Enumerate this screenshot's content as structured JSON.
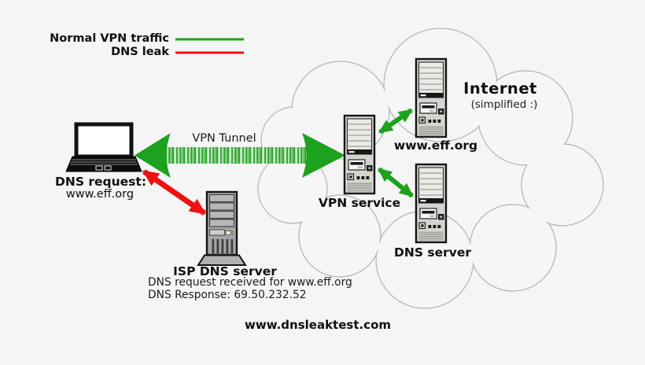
{
  "legend": {
    "normal_label": "Normal VPN traffic",
    "leak_label": "DNS leak",
    "normal_color": "#1ca21c",
    "leak_color": "#ee1111"
  },
  "client": {
    "label_line1": "DNS request:",
    "label_line2": "www.eff.org"
  },
  "tunnel": {
    "label": "VPN Tunnel"
  },
  "cloud": {
    "title": "Internet",
    "subtitle": "(simplified :)"
  },
  "nodes": {
    "vpn_service": {
      "label": "VPN service"
    },
    "web_server": {
      "label": "www.eff.org"
    },
    "dns_server": {
      "label": "DNS server"
    },
    "isp_dns_server": {
      "label": "ISP DNS server",
      "detail_line1": "DNS request received for www.eff.org",
      "detail_line2": "DNS Response: 69.50.232.52"
    }
  },
  "footer": {
    "label": "www.dnsleaktest.com"
  }
}
